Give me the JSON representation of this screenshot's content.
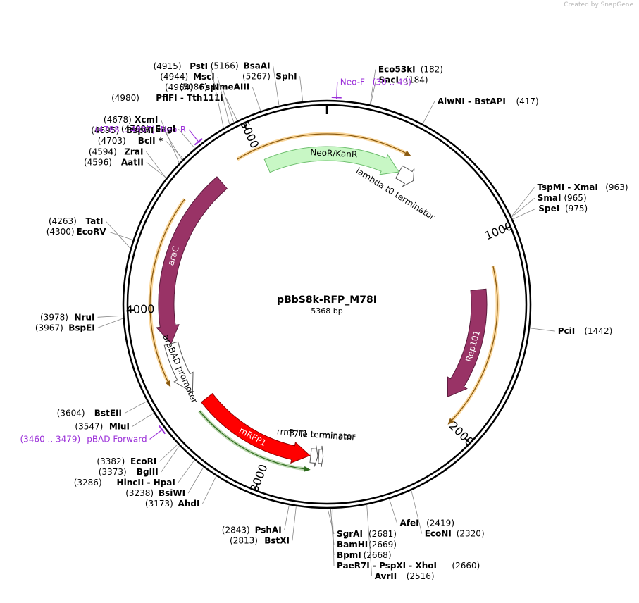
{
  "credit": {
    "created_by": "Created by",
    "app": "SnapGene"
  },
  "plasmid": {
    "name": "pBbS8k-RFP_M78I",
    "size": 5368,
    "size_label": "5368 bp"
  },
  "ticks": [
    "1000",
    "2000",
    "3000",
    "4000",
    "5000"
  ],
  "features": [
    {
      "name": "NeoR/KanR",
      "start": 5020,
      "end": 426,
      "strand": 1,
      "color": "#c8f7c5",
      "stroke": "#6fbf6f",
      "label_color": "#000000",
      "label": "NeoR/KanR"
    },
    {
      "name": "lambda t0 terminator",
      "start": 427,
      "end": 521,
      "strand": 1,
      "color": "#ffffff",
      "stroke": "#555555",
      "label": "lambda t0 terminator"
    },
    {
      "name": "Rep101",
      "start": 1260,
      "end": 1900,
      "strand": 1,
      "color": "#993366",
      "stroke": "#5a1a3c",
      "label_color": "#ffffff",
      "label": "Rep101"
    },
    {
      "name": "araC",
      "start": 4760,
      "end": 3815,
      "strand": -1,
      "color": "#993366",
      "stroke": "#5a1a3c",
      "label_color": "#ffffff",
      "label": "araC"
    },
    {
      "name": "araBAD promoter",
      "start": 3815,
      "end": 3530,
      "strand": -1,
      "color": "#ffffff",
      "stroke": "#555555",
      "label": "araBAD promoter"
    },
    {
      "name": "mRFP1",
      "start": 3460,
      "end": 2780,
      "strand": -1,
      "color": "#ff0000",
      "stroke": "#8b0000",
      "label_color": "#ffffff",
      "label": "mRFP1"
    },
    {
      "name": "rrnB T1 terminator",
      "start": 2775,
      "end": 2735,
      "strand": -1,
      "color": "#ffffff",
      "stroke": "#555555",
      "label": "rrnB T1 terminator"
    },
    {
      "name": "T7Te terminator",
      "start": 2730,
      "end": 2705,
      "strand": -1,
      "color": "#ffffff",
      "stroke": "#555555",
      "label": "T7Te terminator"
    }
  ],
  "arcs": [
    {
      "start": 4895,
      "end": 420,
      "color": "#f5a623",
      "dir": 1
    },
    {
      "start": 1150,
      "end": 1990,
      "color": "#f5a623",
      "dir": 1
    },
    {
      "start": 4570,
      "end": 3630,
      "color": "#f5a623",
      "dir": -1
    },
    {
      "start": 3430,
      "end": 2790,
      "color": "#6aa84f",
      "dir": -1
    }
  ],
  "primers": [
    {
      "name": "Neo-F",
      "range": "(30 .. 49)",
      "pos": 40,
      "dir": 1
    },
    {
      "name": "Neo-R",
      "range": "(4788 .. 4807)",
      "pos": 4797,
      "dir": -1
    },
    {
      "name": "pBAD Forward",
      "range": "(3460 .. 3479)",
      "pos": 3470,
      "dir": 1
    }
  ],
  "enzymes": [
    {
      "label": "SphI",
      "pos": 5267,
      "coord": "(5267)"
    },
    {
      "label": "BsaAI",
      "pos": 5166,
      "coord": "(5166)"
    },
    {
      "label": "NmeAIII",
      "pos": 5086,
      "coord": "(5086)"
    },
    {
      "label": "PflFI - Tth111I",
      "pos": 4980,
      "coord": "(4980)"
    },
    {
      "label": "FspI",
      "pos": 4964,
      "coord": "(4964)"
    },
    {
      "label": "MscI",
      "pos": 4944,
      "coord": "(4944)"
    },
    {
      "label": "PstI",
      "pos": 4915,
      "coord": "(4915)"
    },
    {
      "label": "EagI",
      "pos": 4768,
      "coord": "(4768)"
    },
    {
      "label": "BclI *",
      "pos": 4703,
      "coord": "(4703)"
    },
    {
      "label": "BspHI *",
      "pos": 4695,
      "coord": "(4695)"
    },
    {
      "label": "XcmI",
      "pos": 4678,
      "coord": "(4678)"
    },
    {
      "label": "AatII",
      "pos": 4596,
      "coord": "(4596)"
    },
    {
      "label": "ZraI",
      "pos": 4594,
      "coord": "(4594)"
    },
    {
      "label": "EcoRV",
      "pos": 4300,
      "coord": "(4300)"
    },
    {
      "label": "TatI",
      "pos": 4263,
      "coord": "(4263)"
    },
    {
      "label": "NruI",
      "pos": 3978,
      "coord": "(3978)"
    },
    {
      "label": "BspEI",
      "pos": 3967,
      "coord": "(3967)"
    },
    {
      "label": "BstEII",
      "pos": 3604,
      "coord": "(3604)"
    },
    {
      "label": "MluI",
      "pos": 3547,
      "coord": "(3547)"
    },
    {
      "label": "EcoRI",
      "pos": 3382,
      "coord": "(3382)"
    },
    {
      "label": "BglII",
      "pos": 3373,
      "coord": "(3373)"
    },
    {
      "label": "HincII - HpaI",
      "pos": 3286,
      "coord": "(3286)"
    },
    {
      "label": "BsiWI",
      "pos": 3238,
      "coord": "(3238)"
    },
    {
      "label": "AhdI",
      "pos": 3173,
      "coord": "(3173)"
    },
    {
      "label": "PshAI",
      "pos": 2843,
      "coord": "(2843)"
    },
    {
      "label": "BstXI",
      "pos": 2813,
      "coord": "(2813)"
    },
    {
      "label": "SgrAI",
      "pos": 2681,
      "coord": "(2681)"
    },
    {
      "label": "BamHI",
      "pos": 2669,
      "coord": "(2669)"
    },
    {
      "label": "BpmI",
      "pos": 2668,
      "coord": "(2668)"
    },
    {
      "label": "PaeR7I - PspXI - XhoI",
      "pos": 2660,
      "coord": "(2660)"
    },
    {
      "label": "AvrII",
      "pos": 2516,
      "coord": "(2516)"
    },
    {
      "label": "AfeI",
      "pos": 2419,
      "coord": "(2419)"
    },
    {
      "label": "EcoNI",
      "pos": 2320,
      "coord": "(2320)"
    },
    {
      "label": "PciI",
      "pos": 1442,
      "coord": "(1442)"
    },
    {
      "label": "SpeI",
      "pos": 975,
      "coord": "(975)"
    },
    {
      "label": "SmaI",
      "pos": 965,
      "coord": "(965)"
    },
    {
      "label": "TspMI - XmaI",
      "pos": 963,
      "coord": "(963)"
    },
    {
      "label": "AlwNI - BstAPI",
      "pos": 417,
      "coord": "(417)"
    },
    {
      "label": "SacI",
      "pos": 184,
      "coord": "(184)"
    },
    {
      "label": "Eco53kI",
      "pos": 182,
      "coord": "(182)"
    }
  ]
}
